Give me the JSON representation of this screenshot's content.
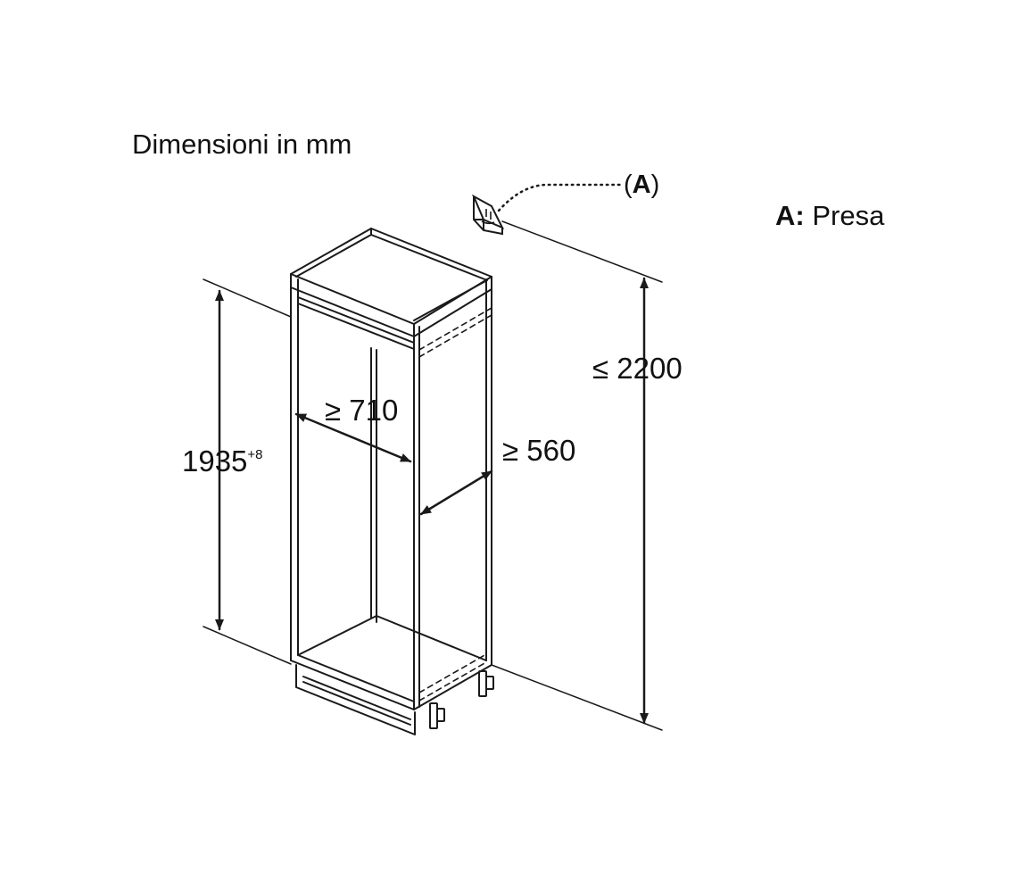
{
  "title": "Dimensioni in mm",
  "callout": {
    "open": "(",
    "letter": "A",
    "close": ")"
  },
  "legend": {
    "key": "A:",
    "value": "Presa"
  },
  "dimensions": {
    "max_total_height": "≤ 2200",
    "niche_height": "1935",
    "niche_height_tolerance": "+8",
    "min_width": "≥ 560",
    "min_depth": "≥ 710"
  },
  "icons": {
    "socket": "power-socket-icon"
  },
  "colors": {
    "line": "#1a1a1a",
    "text": "#111111"
  }
}
